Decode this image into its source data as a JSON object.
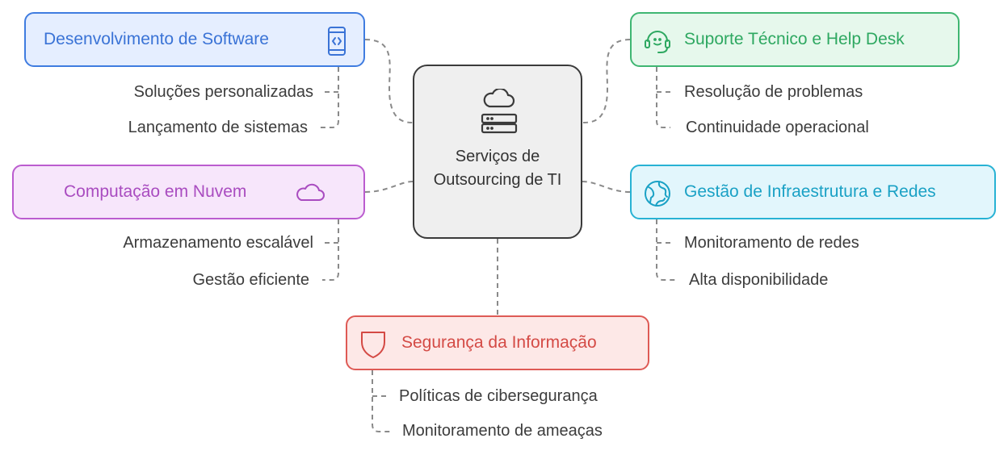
{
  "center": {
    "label": "Serviços de Outsourcing de TI",
    "icon": "cloud-server-icon"
  },
  "categories": {
    "dev": {
      "label": "Desenvolvimento de Software",
      "icon": "mobile-code-icon",
      "color": "#3f7ce0",
      "items": [
        "Soluções personalizadas",
        "Lançamento de sistemas"
      ]
    },
    "cloud": {
      "label": "Computação em Nuvem",
      "icon": "cloud-icon",
      "color": "#bb5ccf",
      "items": [
        "Armazenamento escalável",
        "Gestão eficiente"
      ]
    },
    "support": {
      "label": "Suporte Técnico e Help Desk",
      "icon": "headset-icon",
      "color": "#3fb672",
      "items": [
        "Resolução de problemas",
        "Continuidade operacional"
      ]
    },
    "infra": {
      "label": "Gestão de Infraestrutura e Redes",
      "icon": "globe-icon",
      "color": "#27b2d4",
      "items": [
        "Monitoramento de redes",
        "Alta disponibilidade"
      ]
    },
    "security": {
      "label": "Segurança da Informação",
      "icon": "shield-icon",
      "color": "#de5a55",
      "items": [
        "Políticas de cibersegurança",
        "Monitoramento de ameaças"
      ]
    }
  }
}
